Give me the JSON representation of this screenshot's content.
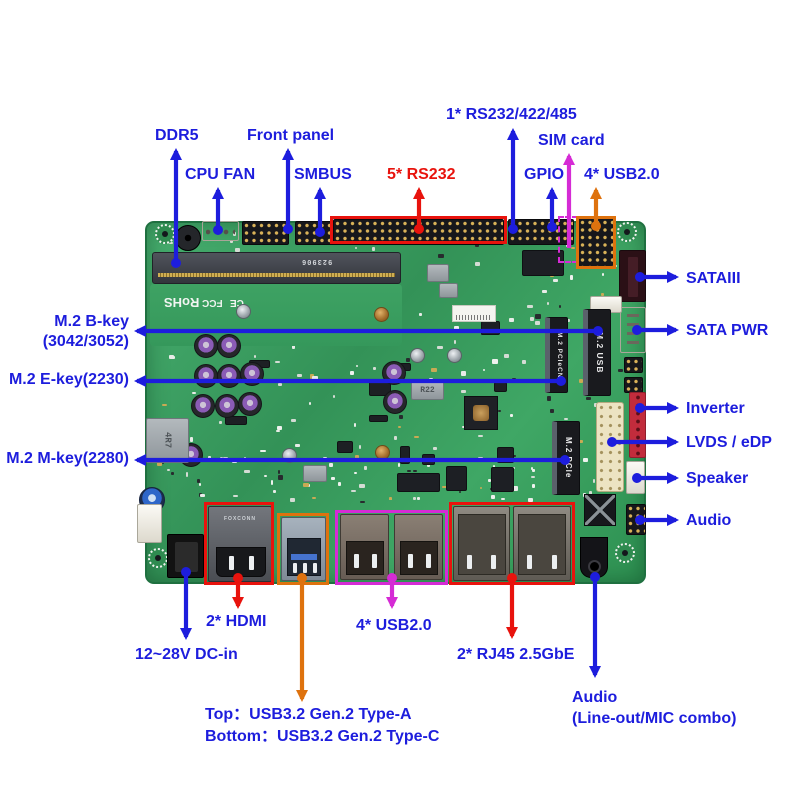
{
  "colors": {
    "label_blue": "#1d1ddd",
    "label_red": "#e8130d",
    "box_red": "#e8130d",
    "box_orange": "#de720e",
    "box_magenta": "#d52bd5",
    "pcb_green": "#3aa263"
  },
  "labels": {
    "ddr5": "DDR5",
    "front_panel": "Front panel",
    "cpu_fan": "CPU FAN",
    "smbus": "SMBUS",
    "rs232_5": "5* RS232",
    "rs232_1": "1* RS232/422/485",
    "sim_card": "SIM card",
    "gpio": "GPIO",
    "usb2_top": "4* USB2.0",
    "sataiii": "SATAIII",
    "sata_pwr": "SATA PWR",
    "inverter": "Inverter",
    "lvds_edp": "LVDS / eDP",
    "speaker": "Speaker",
    "audio_right": "Audio",
    "m2_bkey_line1": "M.2 B-key",
    "m2_bkey_line2": "(3042/3052)",
    "m2_ekey": "M.2 E-key(2230)",
    "m2_mkey": "M.2 M-key(2280)",
    "dc_in": "12~28V DC-in",
    "hdmi": "2* HDMI",
    "usb3_line1": "Top：USB3.2 Gen.2 Type-A",
    "usb3_line2": "Bottom：USB3.2 Gen.2 Type-C",
    "usb2_bottom": "4* USB2.0",
    "rj45": "2* RJ45 2.5GbE",
    "audio_combo_line1": "Audio",
    "audio_combo_line2": "(Line-out/MIC combo)"
  },
  "board": {
    "sodimm_code": "923906",
    "rohs": "RoHS",
    "fcc": "FCC",
    "ce": "CE",
    "inductor_4r7": "4R7",
    "inductor_r22": "R22",
    "m2_ekey_slot": "M.2 PCIeCN",
    "m2_bkey_slot": "M.2 USB",
    "m2_mkey_slot": "M.2 PCIe",
    "hdmi_brand": "FOXCONN"
  }
}
